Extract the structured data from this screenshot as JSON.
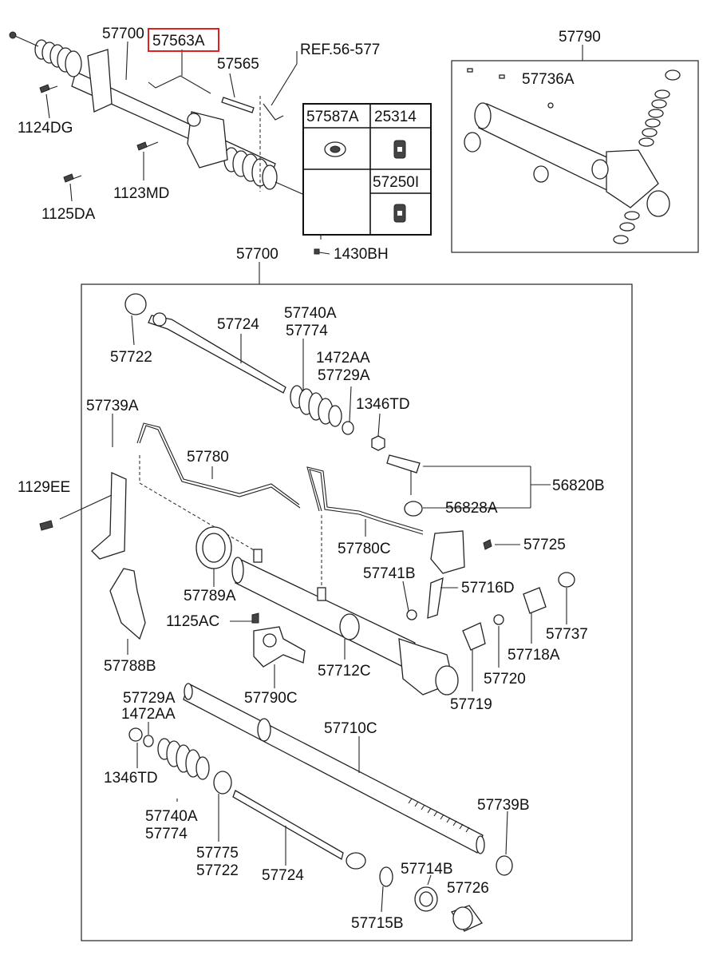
{
  "top": {
    "l_57700": "57700",
    "l_57563A": "57563A",
    "l_57565": "57565",
    "l_ref": "REF.56-577",
    "l_1124DG": "1124DG",
    "l_1123MD": "1123MD",
    "l_1125DA": "1125DA",
    "l_1430BH": "1430BH",
    "l_57700_box": "57700",
    "highlight_color": "#e02020"
  },
  "table": {
    "c1": "57587A",
    "c2": "25314",
    "c3": "57250I"
  },
  "inset": {
    "l_57790": "57790",
    "l_57736A": "57736A"
  },
  "main": {
    "l_57722": "57722",
    "l_57724": "57724",
    "l_57740A": "57740A",
    "l_57774": "57774",
    "l_1472AA": "1472AA",
    "l_57729A": "57729A",
    "l_1346TD": "1346TD",
    "l_57739A": "57739A",
    "l_57780": "57780",
    "l_1129EE": "1129EE",
    "l_56820B": "56820B",
    "l_56828A": "56828A",
    "l_57780C": "57780C",
    "l_57725": "57725",
    "l_57741B": "57741B",
    "l_57716D": "57716D",
    "l_57789A": "57789A",
    "l_1125AC": "1125AC",
    "l_57737": "57737",
    "l_57718A": "57718A",
    "l_57788B": "57788B",
    "l_57712C": "57712C",
    "l_57720": "57720",
    "l_57790C": "57790C",
    "l_57719": "57719",
    "l_57729A_b": "57729A",
    "l_1472AA_b": "1472AA",
    "l_57710C": "57710C",
    "l_1346TD_b": "1346TD",
    "l_57739B": "57739B",
    "l_57740A_b": "57740A",
    "l_57774_b": "57774",
    "l_57775": "57775",
    "l_57722_b": "57722",
    "l_57724_b": "57724",
    "l_57714B": "57714B",
    "l_57726": "57726",
    "l_57715B": "57715B"
  }
}
